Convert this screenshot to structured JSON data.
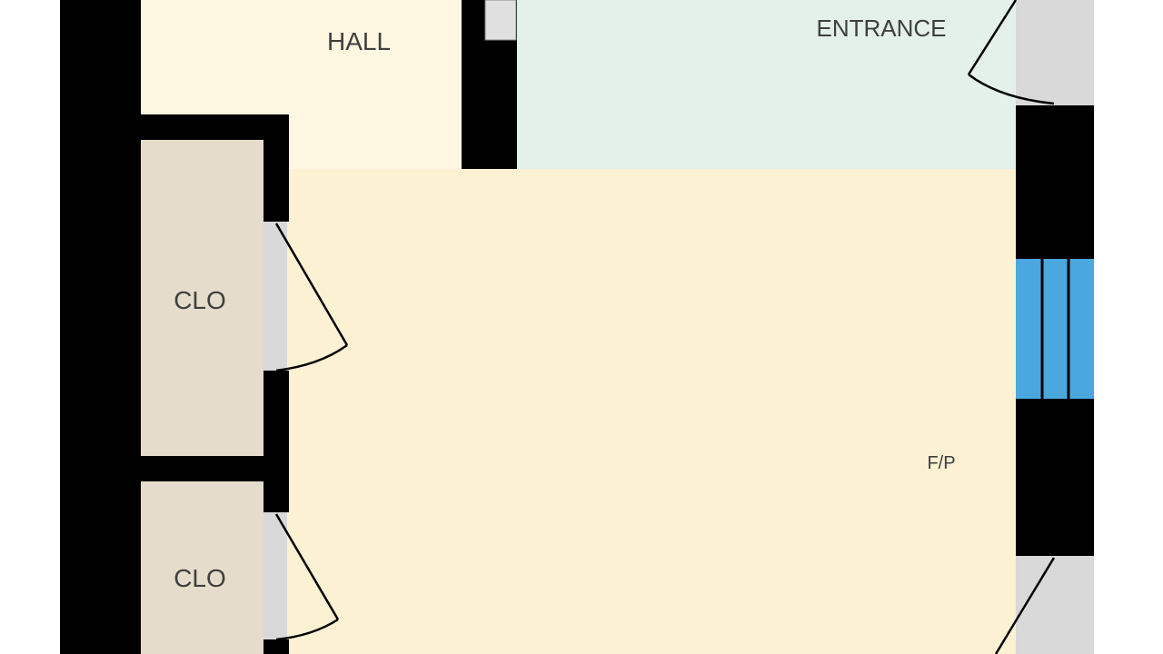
{
  "rooms": {
    "hall": {
      "label": "HALL"
    },
    "entrance": {
      "label": "ENTRANCE"
    },
    "closet_upper": {
      "label": "CLO"
    },
    "closet_lower": {
      "label": "CLO"
    },
    "living": {
      "label": "F/P"
    }
  },
  "colors": {
    "hall_fill": "#fdf6e1",
    "entrance_fill": "#e4f1ea",
    "living_fill": "#fdf1d3",
    "closet_fill": "#e6dccb",
    "wall": "#000000",
    "door_opening": "#d9d9d9",
    "window": "#4aa8df"
  }
}
